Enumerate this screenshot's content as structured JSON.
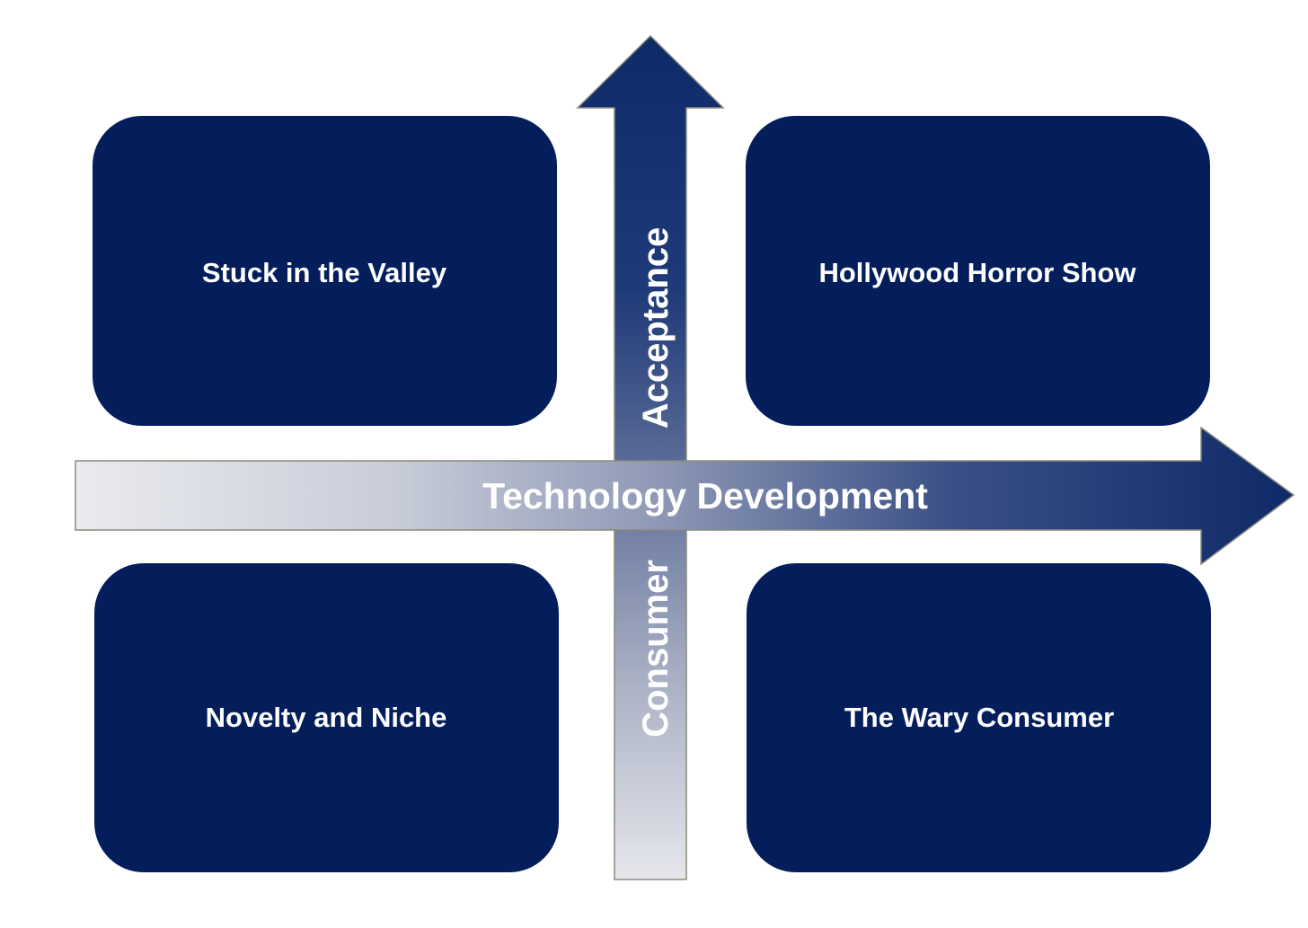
{
  "quadrants": {
    "top_left": "Stuck in the Valley",
    "top_right": "Hollywood Horror Show",
    "bottom_left": "Novelty and Niche",
    "bottom_right": "The Wary Consumer"
  },
  "axes": {
    "horizontal": "Technology Development",
    "vertical_top": "Acceptance",
    "vertical_bottom": "Consumer"
  },
  "colors": {
    "quadrant_fill": "#041e5c",
    "arrow_dark": "#0f2a68",
    "arrow_light": "#e8e9ee",
    "arrow_outline": "#8a8a7a"
  }
}
